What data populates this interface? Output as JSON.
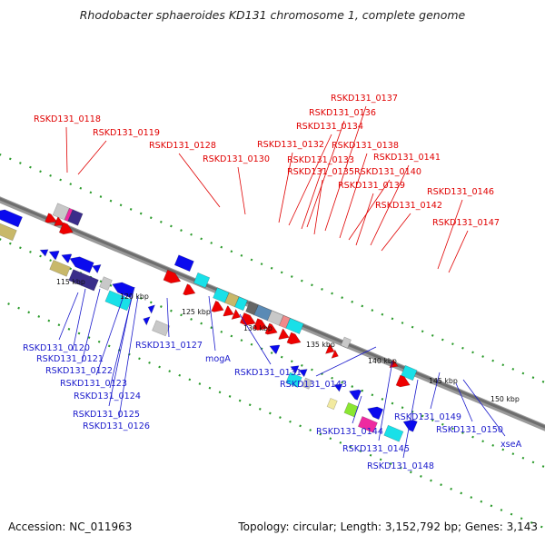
{
  "title": "Rhodobacter sphaeroides KD131 chromosome 1, complete genome",
  "footer": {
    "accession": "Accession: NC_011963",
    "summary": "Topology: circular; Length: 3,152,792 bp; Genes: 3,143"
  },
  "colors": {
    "top_label": "#e00000",
    "bottom_label": "#1a1acc",
    "backbone": "#7a7a7a",
    "track_dots": "#1a8a1a"
  },
  "ticks": [
    "115 kbp",
    "120 kbp",
    "125 kbp",
    "130 kbp",
    "135 kbp",
    "140 kbp",
    "145 kbp",
    "150 kbp"
  ],
  "top_labels": [
    "RSKD131_0118",
    "RSKD131_0119",
    "RSKD131_0128",
    "RSKD131_0130",
    "RSKD131_0132",
    "RSKD131_0133",
    "RSKD131_0134",
    "RSKD131_0135",
    "RSKD131_0136",
    "RSKD131_0137",
    "RSKD131_0138",
    "RSKD131_0139",
    "RSKD131_0140",
    "RSKD131_0141",
    "RSKD131_0142",
    "RSKD131_0146",
    "RSKD131_0147"
  ],
  "bottom_labels": [
    "RSKD131_0120",
    "RSKD131_0121",
    "RSKD131_0122",
    "RSKD131_0123",
    "RSKD131_0124",
    "RSKD131_0125",
    "RSKD131_0126",
    "RSKD131_0127",
    "mogA",
    "RSKD131_0131",
    "RSKD131_0143",
    "RSKD131_0144",
    "RSKD131_0145",
    "RSKD131_0148",
    "RSKD131_0149",
    "RSKD131_0150",
    "xseA"
  ]
}
